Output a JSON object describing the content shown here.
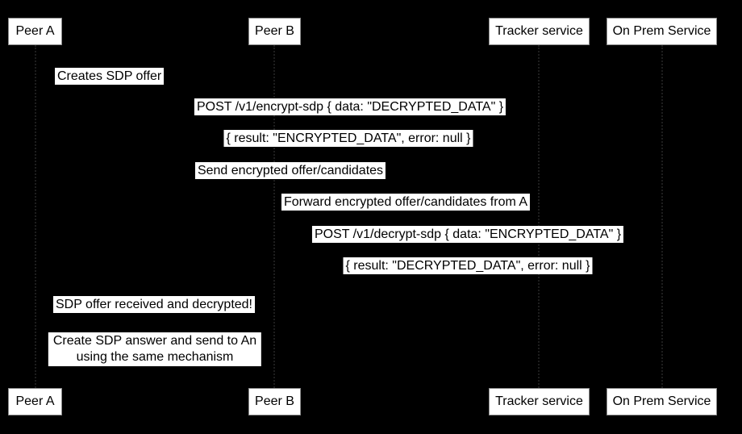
{
  "colors": {
    "background": "#000000",
    "label_bg": "#ffffff",
    "label_text": "#000000",
    "actor_border": "#8c8c8c",
    "lifeline": "#1e1e1e"
  },
  "participants": [
    {
      "label": "Peer A"
    },
    {
      "label": "Peer B"
    },
    {
      "label": "Tracker service"
    },
    {
      "label": "On Prem Service"
    }
  ],
  "messages": [
    {
      "text": "Creates SDP offer"
    },
    {
      "text": "POST /v1/encrypt-sdp { data: \"DECRYPTED_DATA\" }"
    },
    {
      "text": "{ result: \"ENCRYPTED_DATA\", error: null }"
    },
    {
      "text": "Send encrypted offer/candidates"
    },
    {
      "text": "Forward encrypted offer/candidates from A"
    },
    {
      "text": "POST /v1/decrypt-sdp { data: \"ENCRYPTED_DATA\" }"
    },
    {
      "text": "{ result: \"DECRYPTED_DATA\", error: null }"
    },
    {
      "text": "SDP offer received and decrypted!"
    }
  ],
  "note": {
    "line1": "Create SDP answer and send to An",
    "line2": "using the same mechanism"
  }
}
